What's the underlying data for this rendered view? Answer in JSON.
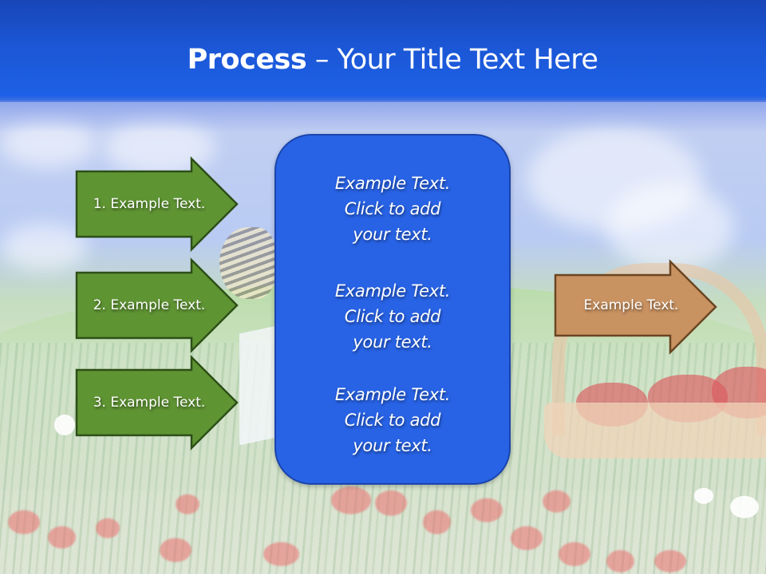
{
  "slide": {
    "title": {
      "bold": "Process",
      "rest": " – Your Title Text Here"
    },
    "colors": {
      "header_blue": "#1b57d6",
      "step_green": "#5f9433",
      "step_green_border": "#2d4f17",
      "output_orange": "#c99261",
      "output_orange_border": "#6a4522",
      "center_box_blue": "#2863e6",
      "center_box_border": "#1a44ad"
    },
    "steps": [
      {
        "label": "1. Example Text."
      },
      {
        "label": "2. Example Text."
      },
      {
        "label": "3. Example Text."
      }
    ],
    "center_box": {
      "blocks": [
        {
          "line1": "Example Text.",
          "line2": "Click  to add",
          "line3": "your text."
        },
        {
          "line1": "Example Text.",
          "line2": "Click  to add",
          "line3": "your text."
        },
        {
          "line1": "Example Text.",
          "line2": "Click  to add",
          "line3": "your text."
        }
      ]
    },
    "output": {
      "label": "Example Text."
    }
  }
}
